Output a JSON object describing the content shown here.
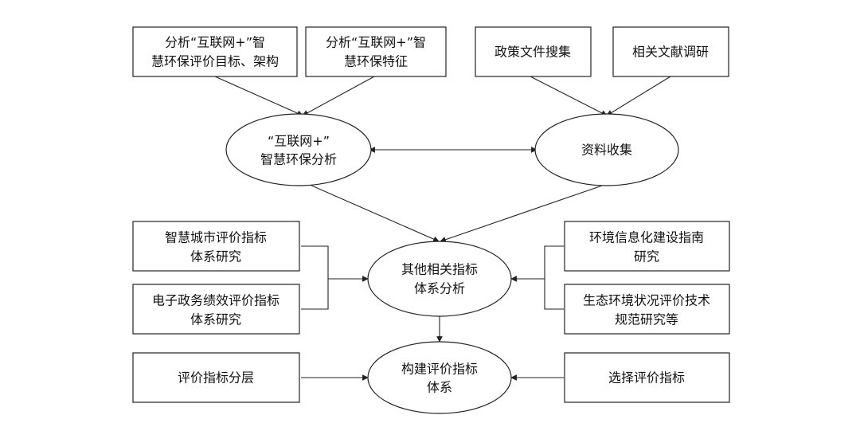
{
  "nodes": {
    "box_goal": [
      "分析“互联网+”智",
      "慧环保评价目标、架构"
    ],
    "box_feature": [
      "分析“互联网+”智",
      "慧环保特征"
    ],
    "box_policy": [
      "政策文件搜集"
    ],
    "box_literature": [
      "相关文献调研"
    ],
    "ell_internet": [
      "“互联网+”",
      "智慧环保分析"
    ],
    "ell_collect": [
      "资料收集"
    ],
    "box_city": [
      "智慧城市评价指标",
      "体系研究"
    ],
    "box_egov": [
      "电子政务绩效评价指标",
      "体系研究"
    ],
    "ell_other": [
      "其他相关指标",
      "体系分析"
    ],
    "box_env_info": [
      "环境信息化建设指南",
      "研究"
    ],
    "box_eco": [
      "生态环境状况评价技术",
      "规范研究等"
    ],
    "box_layer": [
      "评价指标分层"
    ],
    "ell_build": [
      "构建评价指标",
      "体系"
    ],
    "box_select": [
      "选择评价指标"
    ]
  },
  "colors": {
    "stroke": "#222222",
    "text": "#111111",
    "background": "#ffffff"
  }
}
